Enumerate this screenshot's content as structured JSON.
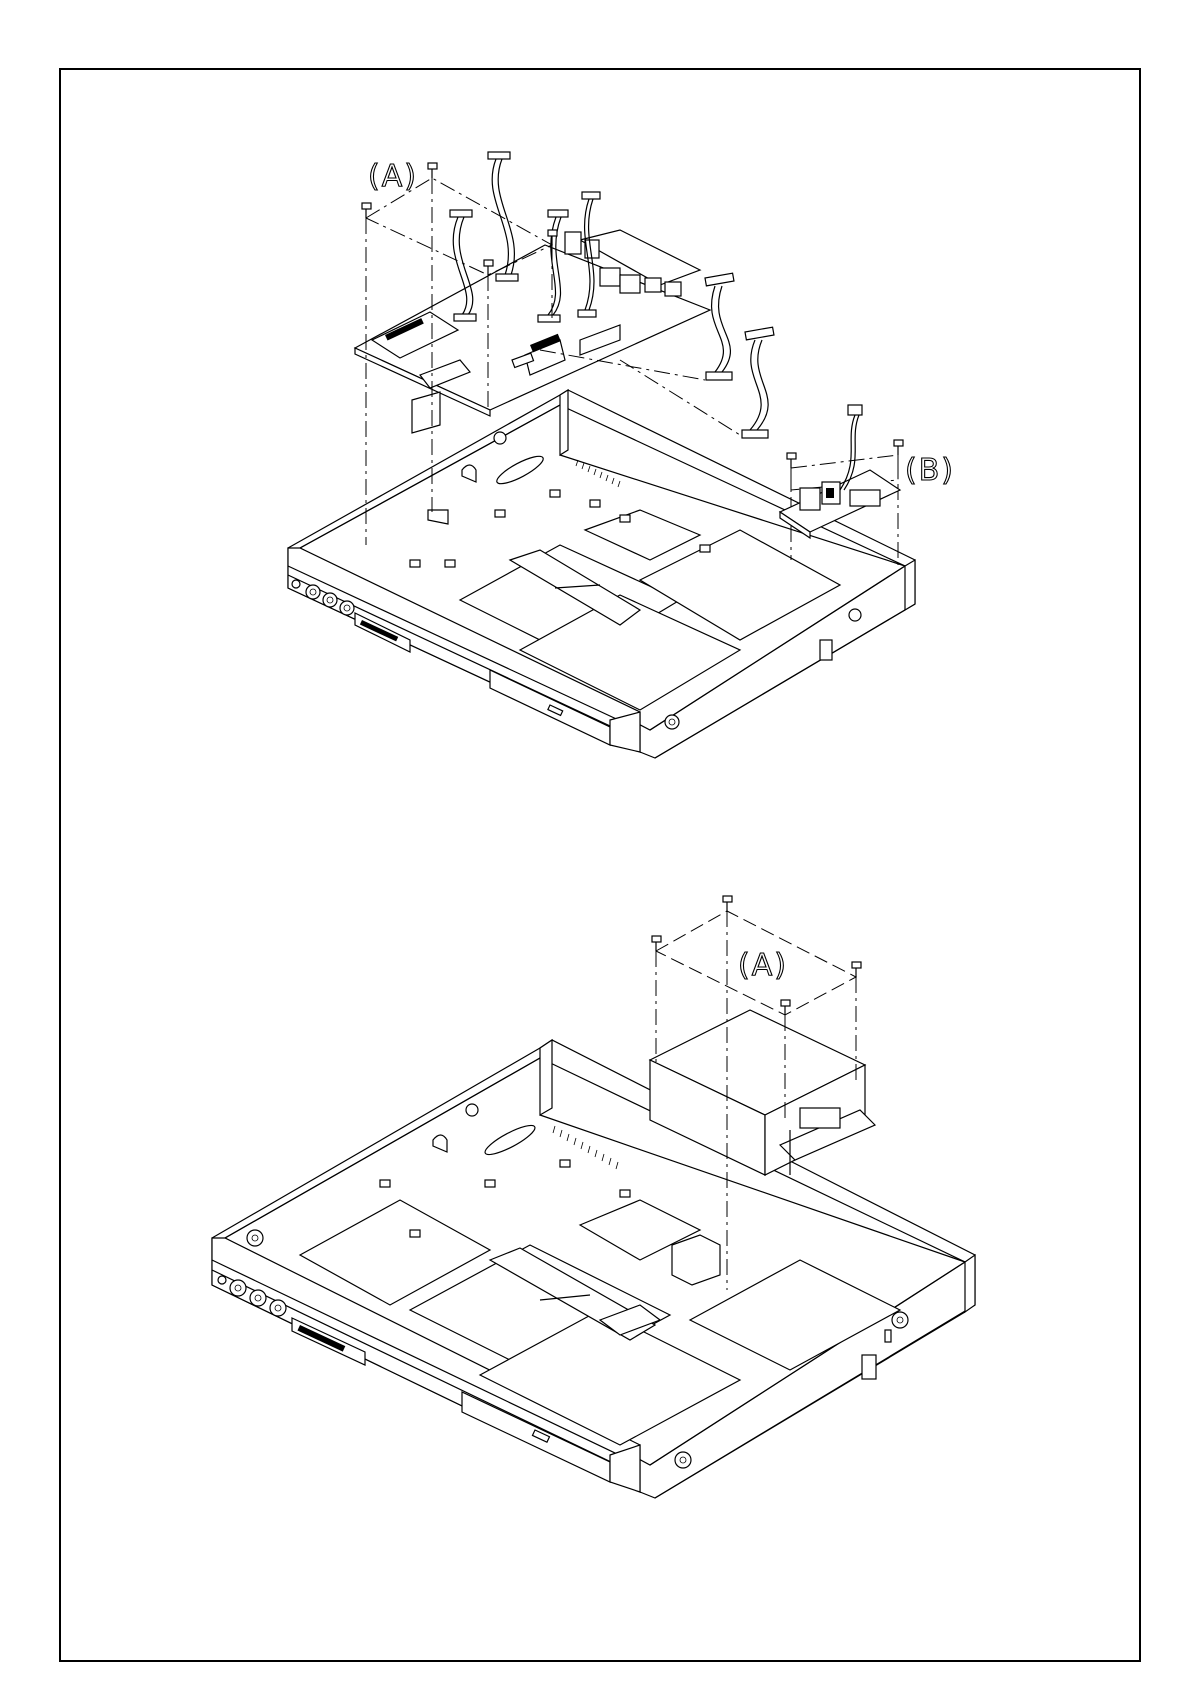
{
  "figure_top": {
    "callouts": {
      "a": "(A)",
      "b": "(B)"
    }
  },
  "figure_bottom": {
    "callouts": {
      "a": "(A)"
    }
  },
  "icons": [
    "screw-icon",
    "wire-harness-icon",
    "connector-icon"
  ]
}
